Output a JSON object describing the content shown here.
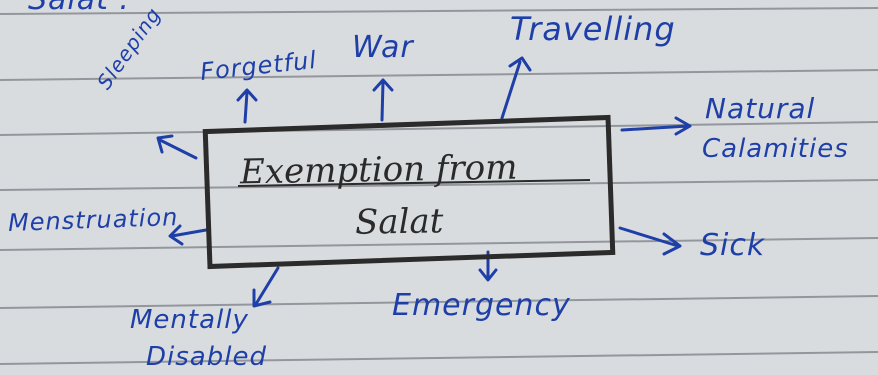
{
  "header": {
    "partial_text": "Salat :"
  },
  "center": {
    "line1": "Exemption from",
    "line2": "Salat"
  },
  "nodes": {
    "forgetful": "Forgetful",
    "war": "War",
    "travelling": "Travelling",
    "natural1": "Natural",
    "natural2": "Calamities",
    "sick": "Sick",
    "emergency": "Emergency",
    "mentally1": "Mentally",
    "mentally2": "Disabled",
    "menstruation": "Menstruation",
    "sleeping": "Sleeping"
  },
  "colors": {
    "paper": "#d9dcdf",
    "rule_line": "#5a6068",
    "blue_ink": "#1f3fa8",
    "black_ink": "#2b2b2b"
  }
}
